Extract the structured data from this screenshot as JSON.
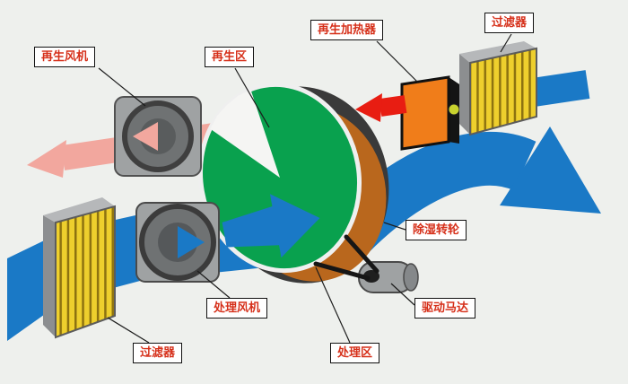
{
  "diagram": {
    "labels": {
      "regen_fan": "再生风机",
      "regen_zone": "再生区",
      "regen_heater": "再生加热器",
      "filter_top": "过滤器",
      "dehumid_wheel": "除湿转轮",
      "drive_motor": "驱动马达",
      "process_fan": "处理风机",
      "process_zone": "处理区",
      "filter_bottom": "过滤器"
    },
    "colors": {
      "canvas_bg": "#eef0ed",
      "process_air": "#1a79c6",
      "regen_exhaust": "#f2a79e",
      "hot_air": "#e81d12",
      "wheel_face": "#09a14e",
      "wheel_sector": "#f5f5f3",
      "wheel_rim_dark": "#3a3a3a",
      "wheel_rim_back": "#b9671d",
      "heater_body": "#f07d1a",
      "filter_media": "#eecf2d",
      "metal_gray": "#9fa2a3",
      "label_text": "#d6301a",
      "label_border": "#111111",
      "label_bg": "#ffffff"
    }
  }
}
